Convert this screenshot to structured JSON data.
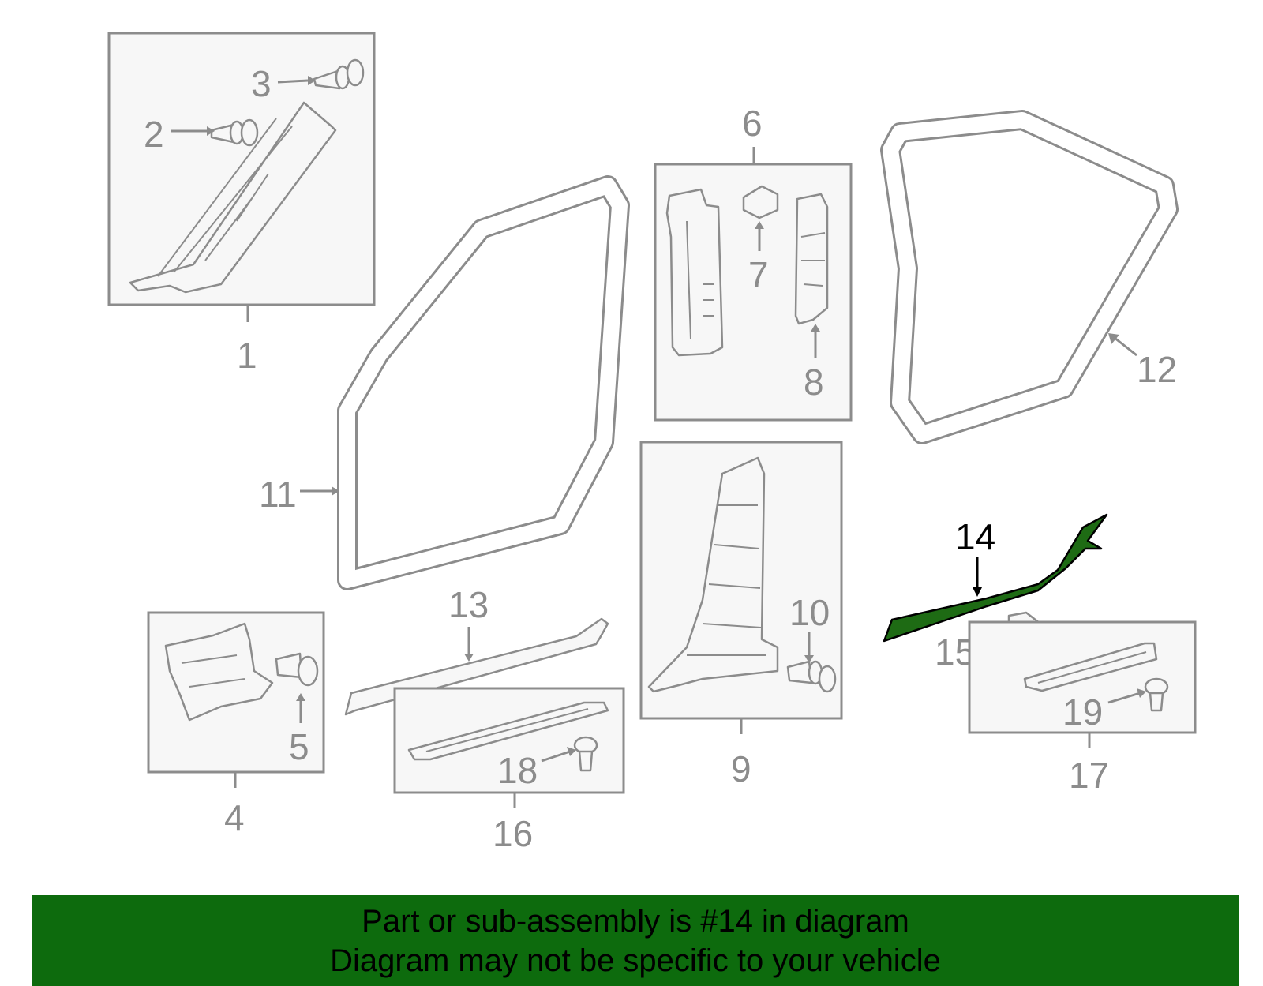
{
  "diagram": {
    "callouts": {
      "c1": "1",
      "c2": "2",
      "c3": "3",
      "c4": "4",
      "c5": "5",
      "c6": "6",
      "c7": "7",
      "c8": "8",
      "c9": "9",
      "c10": "10",
      "c11": "11",
      "c12": "12",
      "c13": "13",
      "c14": "14",
      "c15": "15",
      "c16": "16",
      "c17": "17",
      "c18": "18",
      "c19": "19"
    },
    "highlight_part": "14",
    "colors": {
      "line": "#8c8c8c",
      "highlight_fill": "#1e6b14",
      "banner_bg": "#0d6b0d",
      "banner_text": "#000000"
    }
  },
  "banner": {
    "line1": "Part or sub-assembly is #14 in diagram",
    "line2": "Diagram may not be specific to your vehicle"
  }
}
